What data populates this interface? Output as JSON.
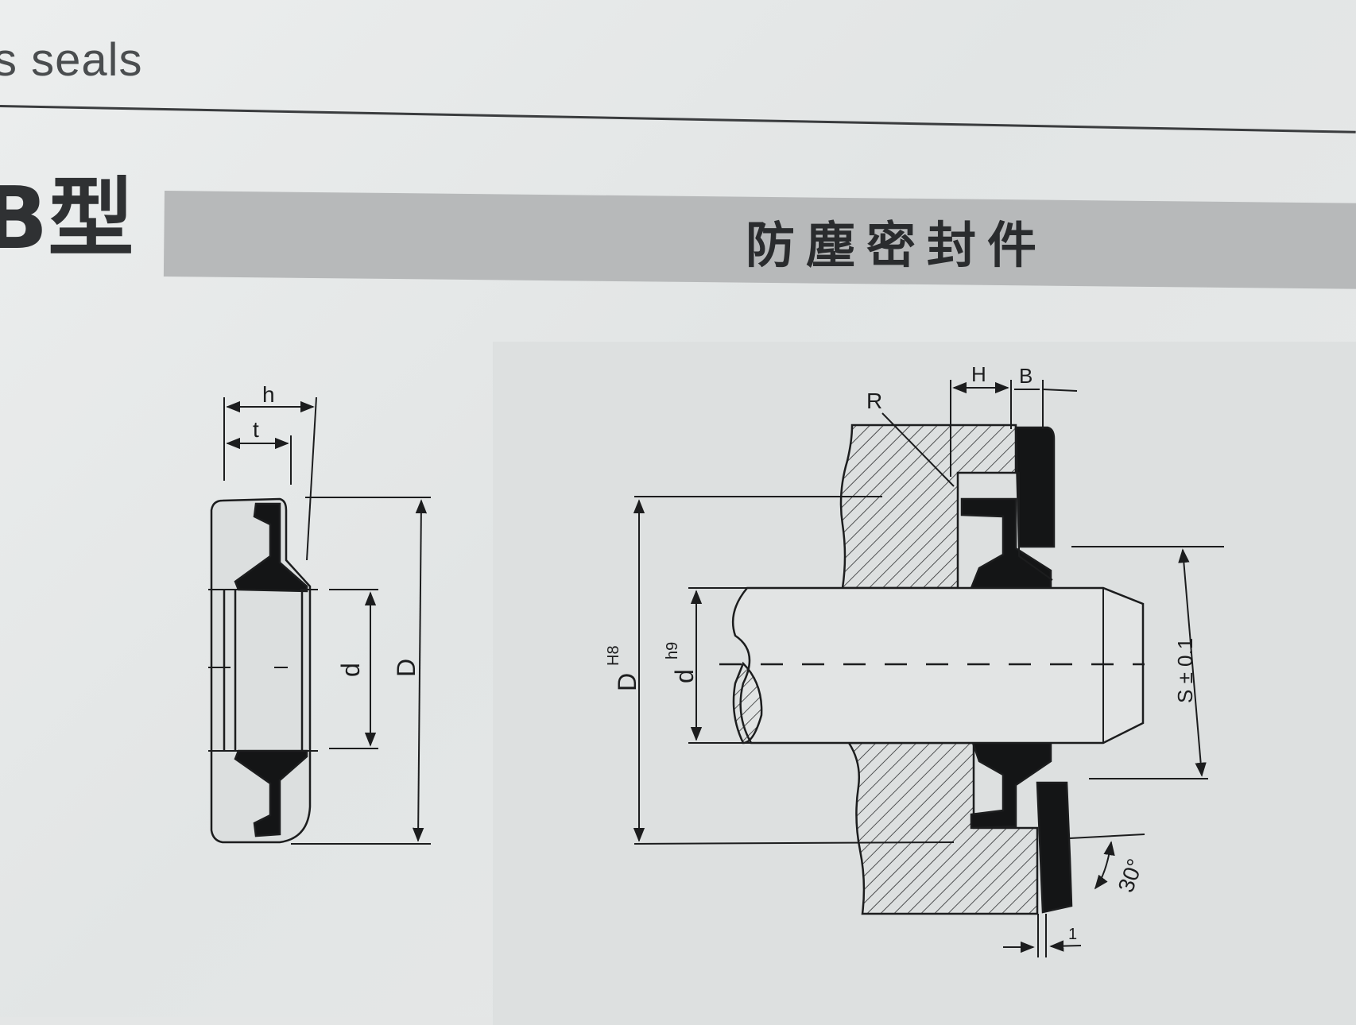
{
  "header": {
    "text": "s seals"
  },
  "model": {
    "label": "B型"
  },
  "title": {
    "text": "防塵密封件"
  },
  "left_drawing": {
    "labels": {
      "h": "h",
      "t": "t",
      "d": "d",
      "D": "D"
    }
  },
  "right_drawing": {
    "labels": {
      "R": "R",
      "H": "H",
      "B": "B",
      "D": "D",
      "D_tol": "H8",
      "d": "d",
      "d_tol": "h9",
      "S": "S ± 0.1",
      "angle": "30°",
      "one": "1"
    }
  }
}
